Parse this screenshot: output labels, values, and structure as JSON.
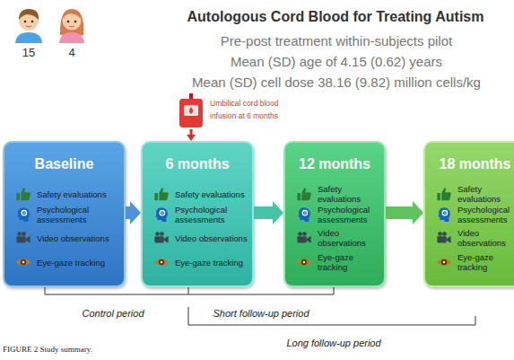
{
  "diagram": {
    "title": "Autologous Cord Blood for Treating Autism",
    "caption": "FIGURE 2 Study summary.",
    "nodes": [
      {
        "text": [
          "Umbilical cord blood infusion at 6 months"
        ]
      },
      {
        "text": [
          "Baseline",
          "Safety evaluations",
          "Psychological assessments",
          "Video observations",
          "Eye-gaze tracking"
        ]
      },
      {
        "text": [
          "6 months",
          "Safety evaluations",
          "Psychological assessments",
          "Video observations",
          "Eye-gaze tracking"
        ]
      },
      {
        "text": [
          "12 months",
          "Safety evaluations",
          "Psychological assessments",
          "Video observations",
          "Eye-gaze tracking"
        ]
      },
      {
        "text": [
          "18 months",
          "Safety evaluations",
          "Psychological assessments",
          "Video observations",
          "Eye-gaze tracking"
        ]
      }
    ],
    "edges": [
      {
        "from": 1,
        "to": 2,
        "arrow": "to"
      },
      {
        "from": 2,
        "to": 3,
        "arrow": "to"
      },
      {
        "from": 3,
        "to": 4,
        "arrow": "to"
      },
      {
        "from": 0,
        "to": 2,
        "arrow": "to"
      }
    ],
    "labels": [
      "15",
      "4",
      "Pre-post treatment within-subjects pilot",
      "Mean (SD) age of 4.15 (0.62) years",
      "Mean (SD) cell dose 38.16 (9.82) million cells/kg",
      "Control period",
      "Short follow-up period",
      "Long follow-up period"
    ]
  }
}
